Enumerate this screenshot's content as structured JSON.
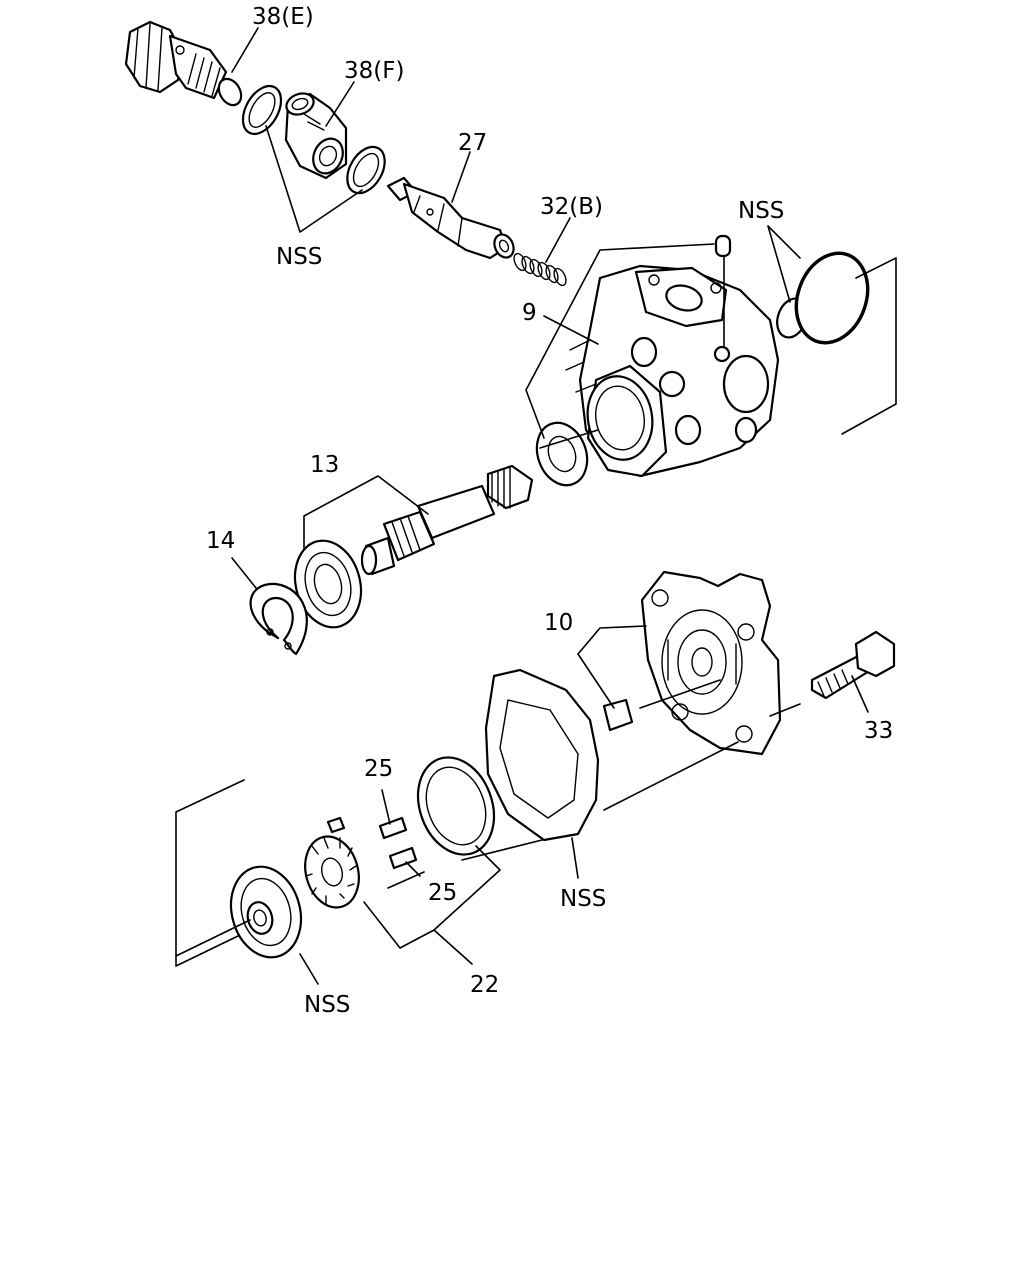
{
  "labels": {
    "l38e": "38(E)",
    "l38f": "38(F)",
    "l27": "27",
    "l32b": "32(B)",
    "lnss_top_right": "NSS",
    "lnss_top_left": "NSS",
    "l9": "9",
    "l13": "13",
    "l14": "14",
    "l10": "10",
    "l33": "33",
    "l25a": "25",
    "l25b": "25",
    "lnss_gasket": "NSS",
    "l22": "22",
    "lnss_plate": "NSS"
  }
}
